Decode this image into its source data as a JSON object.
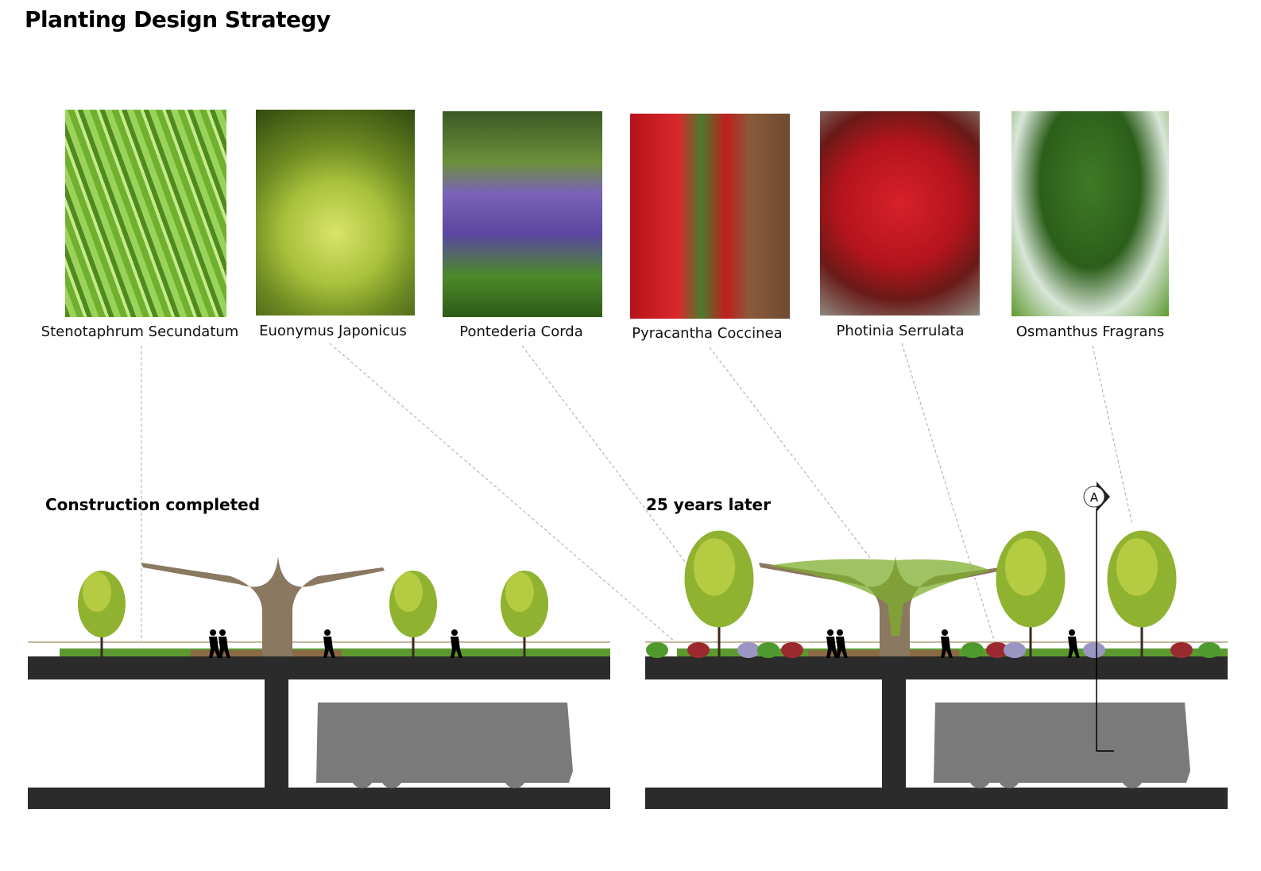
{
  "title": "Planting Design Strategy",
  "plants": [
    {
      "name": "Stenotaphrum  Secundatum"
    },
    {
      "name": "Euonymus Japonicus"
    },
    {
      "name": "Pontederia  Corda"
    },
    {
      "name": "Pyracantha Coccinea"
    },
    {
      "name": "Photinia Serrulata"
    },
    {
      "name": "Osmanthus  Fragrans"
    }
  ],
  "sections": {
    "before": {
      "label": "Construction completed"
    },
    "after": {
      "label": "25 years later"
    },
    "section_marker": "A"
  },
  "colors": {
    "deck": "#2b2b2b",
    "bus": "#7a7a7a",
    "tree": "#8fb230",
    "shrub_red": "#9b2a30",
    "shrub_green": "#4f9a2e",
    "lavender": "#9b95c4",
    "pavilion": "#8a7860"
  }
}
